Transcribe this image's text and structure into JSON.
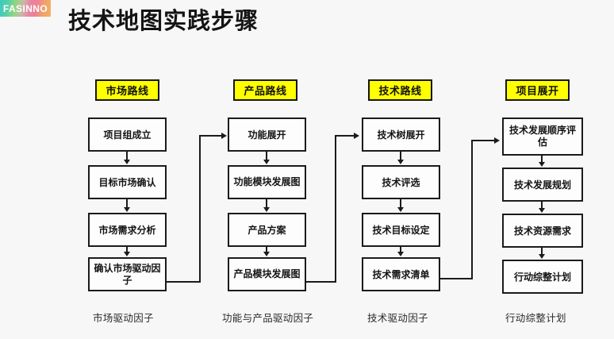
{
  "logo": {
    "text": "FASINNO",
    "gradient_colors": [
      "#3fc9c0",
      "#8fd77e",
      "#e983a5",
      "#f2b45e"
    ]
  },
  "page": {
    "title": "技术地图实践步骤",
    "background_color": "#f7f7f8",
    "accent_color": "#ffff00",
    "line_color": "#1b1b1b"
  },
  "columns": [
    {
      "header": "市场路线",
      "footer": "市场驱动因子",
      "nodes": [
        {
          "label": "项目组成立"
        },
        {
          "label": "目标市场确认"
        },
        {
          "label": "市场需求分析"
        },
        {
          "label": "确认市场驱动因子"
        }
      ]
    },
    {
      "header": "产品路线",
      "footer": "功能与产品驱动因子",
      "nodes": [
        {
          "label": "功能展开"
        },
        {
          "label": "功能模块发展图"
        },
        {
          "label": "产品方案"
        },
        {
          "label": "产品模块发展图"
        }
      ]
    },
    {
      "header": "技术路线",
      "footer": "技术驱动因子",
      "nodes": [
        {
          "label": "技术树展开"
        },
        {
          "label": "技术评选"
        },
        {
          "label": "技术目标设定"
        },
        {
          "label": "技术需求清单"
        }
      ]
    },
    {
      "header": "项目展开",
      "footer": "行动综整计划",
      "nodes": [
        {
          "label": "技术发展顺序评估"
        },
        {
          "label": "技术发展规划"
        },
        {
          "label": "技术资源需求"
        },
        {
          "label": "行动综整计划"
        }
      ]
    }
  ]
}
